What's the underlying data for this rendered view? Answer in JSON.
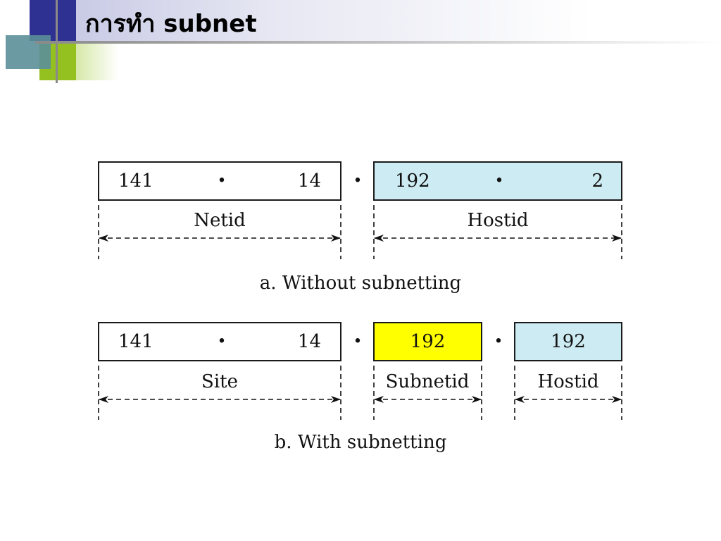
{
  "title": "การทำ subnet",
  "diagram": {
    "a": {
      "net_left": "141",
      "net_right": "14",
      "host_left": "192",
      "host_right": "2",
      "netid_label": "Netid",
      "hostid_label": "Hostid",
      "caption": "a. Without subnetting"
    },
    "b": {
      "site_left": "141",
      "site_right": "14",
      "subnet_value": "192",
      "host_value": "192",
      "site_label": "Site",
      "subnetid_label": "Subnetid",
      "hostid_label": "Hostid",
      "caption": "b. With subnetting"
    },
    "dot_glyph": "•",
    "colors": {
      "host_fill": "#cdebf2",
      "subnet_fill": "#ffff00",
      "box_fill": "#ffffff"
    }
  }
}
